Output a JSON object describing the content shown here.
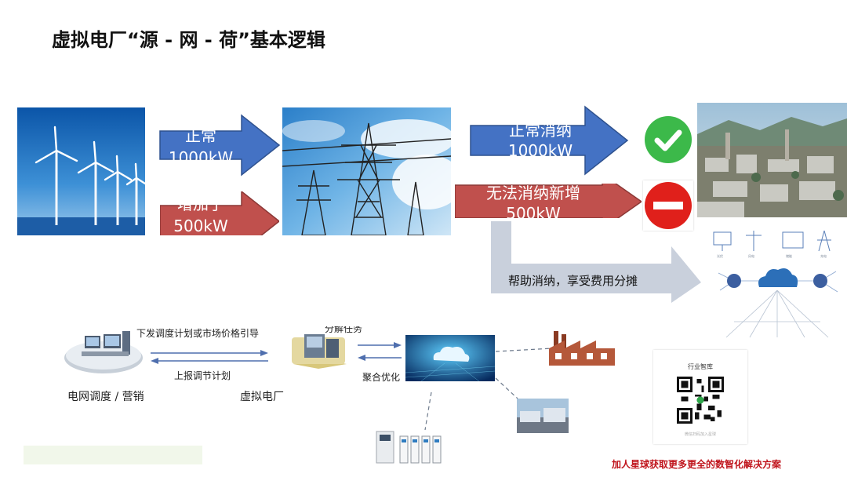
{
  "slide": {
    "title": "虚拟电厂“源 - 网 - 荷”基本逻辑"
  },
  "arrows": {
    "normal_in": {
      "line1": "正常",
      "line2": "1000kW",
      "color": "#4472c4"
    },
    "increase_in": {
      "line1": "增加了",
      "line2": "500kW",
      "color": "#c0504d"
    },
    "normal_out": {
      "line1": "正常消纳",
      "line2": "1000kW",
      "color": "#4472c4"
    },
    "fail_out": {
      "line1": "无法消纳新增",
      "line2": "500kW",
      "color": "#c0504d"
    },
    "help": {
      "text": "帮助消纳，享受费用分摊",
      "color": "#c9d0dc"
    }
  },
  "status": {
    "ok_icon": "check-circle-icon",
    "ok_color": "#3cb94a",
    "no_icon": "no-entry-icon",
    "no_color": "#e0201b"
  },
  "flow": {
    "downlink": "下发调度计划或市场价格引导",
    "uplink": "上报调节计划",
    "decompose": "分解任务",
    "aggregate": "聚合优化",
    "grid_label": "电网调度 / 营销",
    "vpp_label": "虚拟电厂"
  },
  "cloud_diagram": {
    "nodes": [
      "光伏",
      "风电",
      "储能",
      "充电"
    ]
  },
  "qr": {
    "title": "行业智库",
    "caption": "微信扫码加入星球"
  },
  "footer": {
    "ad": "加人星球获取更多更全的数智化解决方案"
  }
}
